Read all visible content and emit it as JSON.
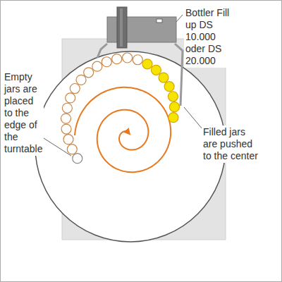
{
  "diagram": {
    "labels": [
      "Bottler Fill up DS 10.000 oder DS 20.000",
      "Empty jars are placed to the edge of the turntable",
      "Filled jars are pushed to the center"
    ]
  }
}
